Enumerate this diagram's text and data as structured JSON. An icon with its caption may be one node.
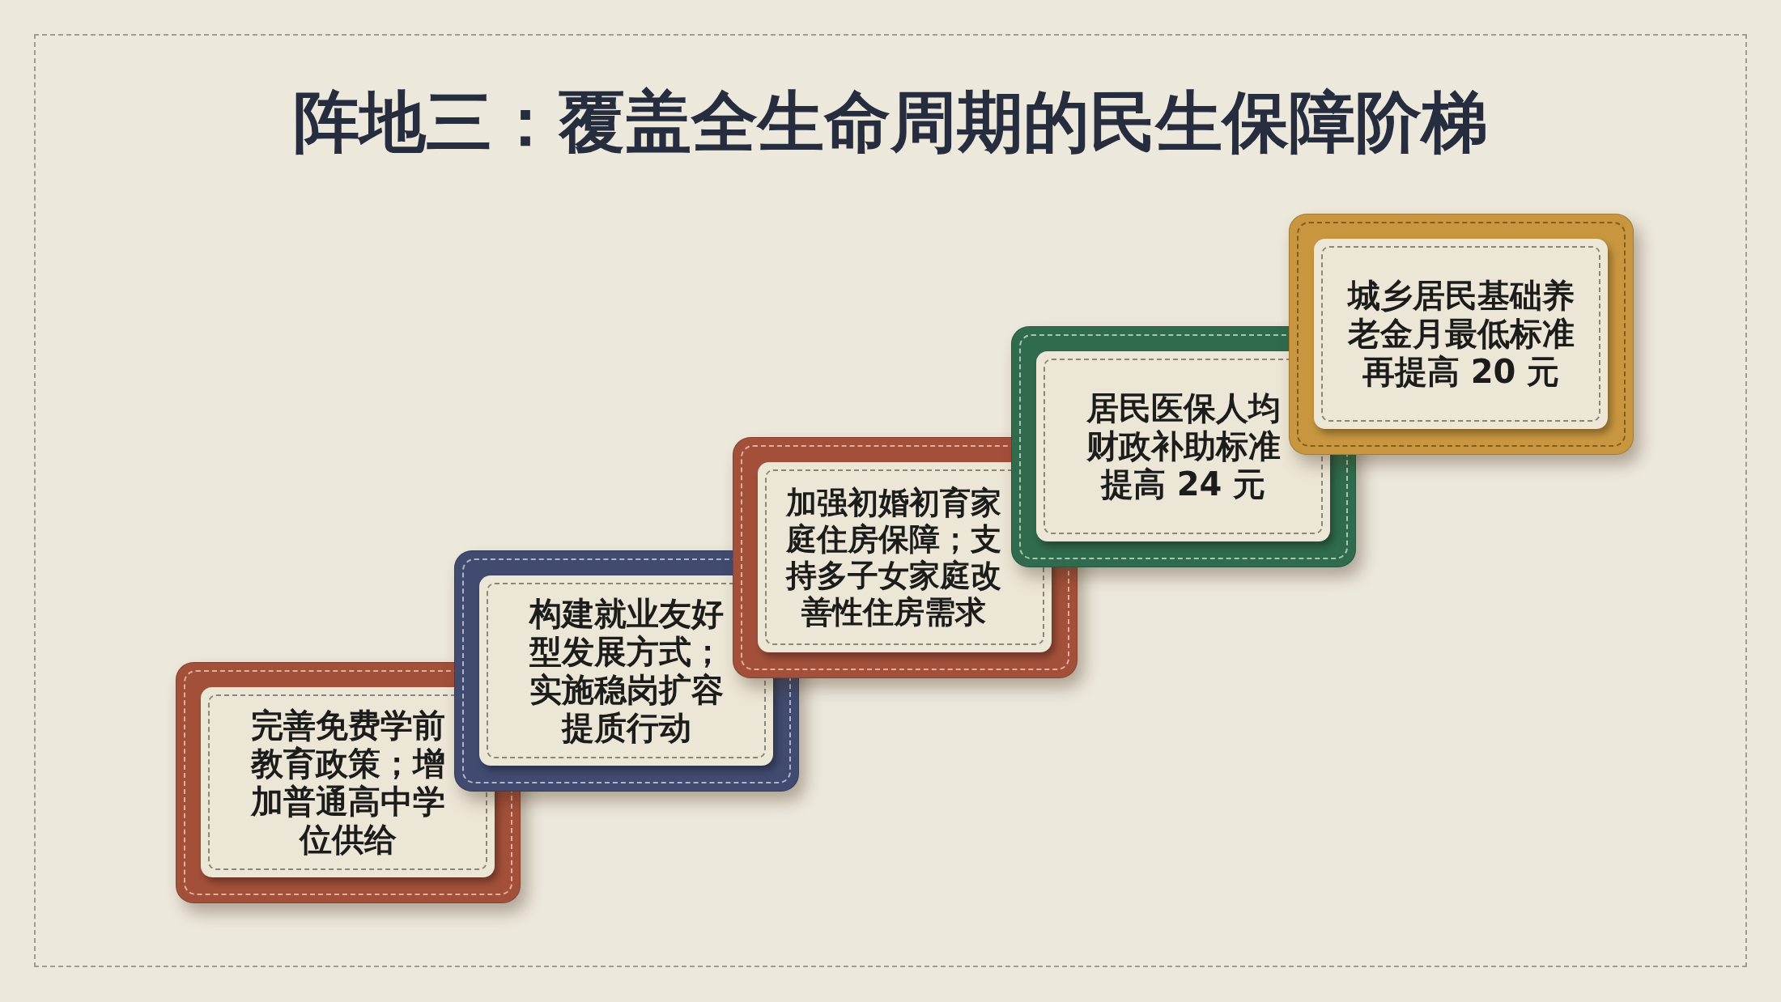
{
  "diagram": {
    "title": "阵地三：覆盖全生命周期的民生保障阶梯",
    "nodes": [
      {
        "text": [
          "完善免费学前教育政策；增加普通高中学位供给"
        ]
      },
      {
        "text": [
          "构建就业友好型发展方式；实施稳岗扩容提质行动"
        ]
      },
      {
        "text": [
          "加强初婚初育家庭住房保障；支持多子女家庭改善性住房需求"
        ]
      },
      {
        "text": [
          "居民医保人均财政补助标准提高 **24 元**"
        ]
      },
      {
        "text": [
          "城乡居民基础养老金月最低标准再提高 **20 元**"
        ]
      }
    ]
  }
}
